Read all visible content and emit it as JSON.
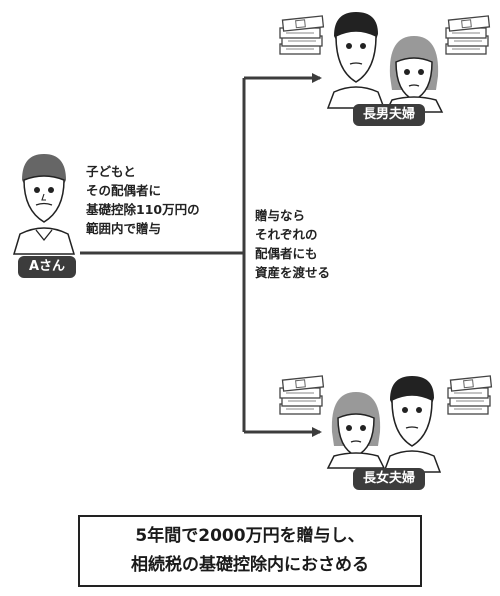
{
  "people": {
    "a": {
      "label": "Aさん"
    },
    "eldest_son_couple": {
      "label": "長男夫婦"
    },
    "eldest_daughter_couple": {
      "label": "長女夫婦"
    }
  },
  "notes": {
    "gift_rule": [
      "子どもと",
      "その配偶者に",
      "基礎控除110万円の",
      "範囲内で贈与"
    ],
    "spouse_rule": [
      "贈与なら",
      "それぞれの",
      "配偶者にも",
      "資産を渡せる"
    ]
  },
  "summary": {
    "line1": "5年間で2000万円を贈与し、",
    "line2": "相続税の基礎控除内におさめる"
  },
  "icons": [
    "man-icon",
    "woman-icon",
    "money-stack-icon"
  ]
}
